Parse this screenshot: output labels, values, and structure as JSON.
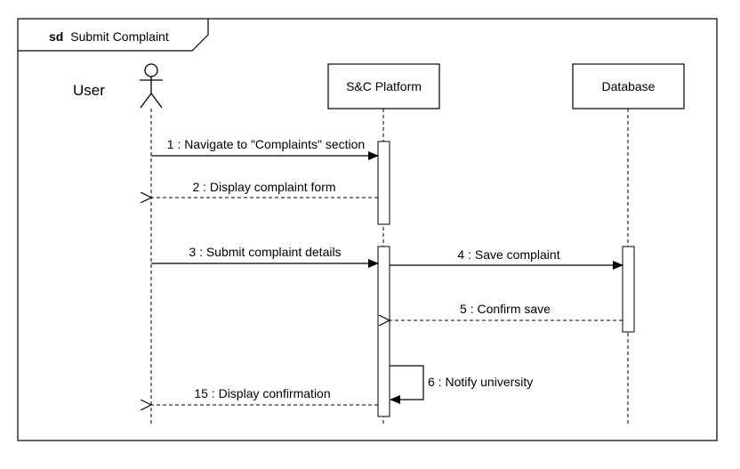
{
  "frame": {
    "keyword": "sd",
    "title": "Submit Complaint"
  },
  "participants": {
    "user": "User",
    "platform": "S&C Platform",
    "database": "Database"
  },
  "messages": [
    {
      "label": "1 : Navigate to \"Complaints\" section",
      "type": "sync"
    },
    {
      "label": "2 : Display complaint form",
      "type": "reply"
    },
    {
      "label": "3 : Submit complaint details",
      "type": "sync"
    },
    {
      "label": "4 : Save complaint",
      "type": "sync"
    },
    {
      "label": "5 : Confirm save",
      "type": "reply"
    },
    {
      "label": "6 : Notify university",
      "type": "self"
    },
    {
      "label": "15 : Display confirmation",
      "type": "reply"
    }
  ]
}
